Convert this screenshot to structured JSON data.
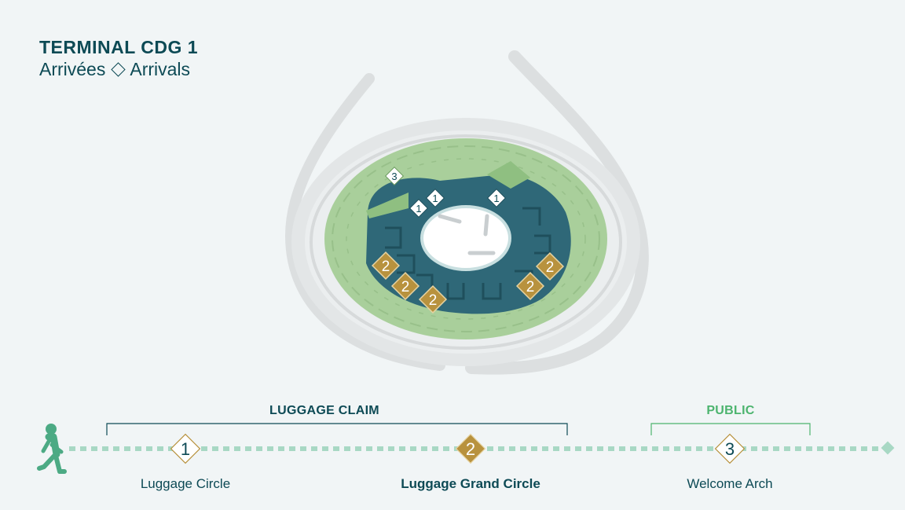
{
  "title": {
    "terminal": "TERMINAL CDG 1",
    "subtitle_fr": "Arrivées",
    "subtitle_en": "Arrivals"
  },
  "map": {
    "markers": [
      {
        "number": "1",
        "type": "luggage-circle"
      },
      {
        "number": "1",
        "type": "luggage-circle"
      },
      {
        "number": "1",
        "type": "luggage-circle"
      },
      {
        "number": "2",
        "type": "luggage-grand-circle"
      },
      {
        "number": "2",
        "type": "luggage-grand-circle"
      },
      {
        "number": "2",
        "type": "luggage-grand-circle"
      },
      {
        "number": "2",
        "type": "luggage-grand-circle"
      },
      {
        "number": "2",
        "type": "luggage-grand-circle"
      },
      {
        "number": "3",
        "type": "welcome-arch"
      }
    ],
    "colors": {
      "outer_ring": "#a9cf9b",
      "inner_ring": "#2f6878",
      "gold": "#b8923e",
      "road": "#dcdfe0"
    }
  },
  "timeline": {
    "groups": {
      "luggage_claim": "LUGGAGE CLAIM",
      "public": "PUBLIC"
    },
    "steps": [
      {
        "number": "1",
        "label": "Luggage Circle"
      },
      {
        "number": "2",
        "label": "Luggage Grand Circle"
      },
      {
        "number": "3",
        "label": "Welcome Arch"
      }
    ],
    "walker_icon": "walking-person-icon",
    "colors": {
      "dots": "#a8d8c4",
      "walker": "#4caa84",
      "claim_bracket": "#0d4a55",
      "public_bracket": "#4cb46e",
      "gold": "#b8923e"
    }
  }
}
